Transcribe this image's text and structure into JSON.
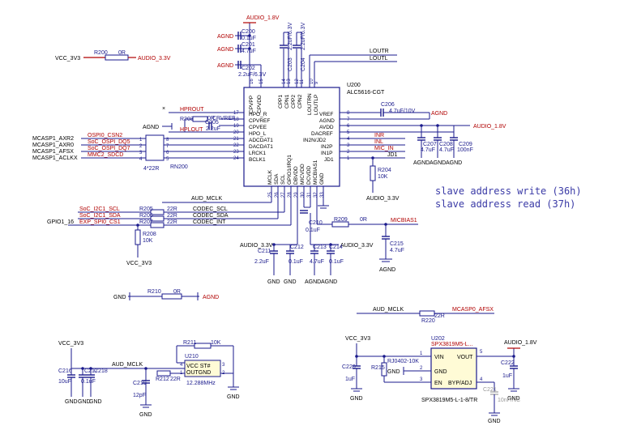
{
  "ic_main": {
    "ref": "U200",
    "part": "ALC5616-CGT",
    "top_pins": [
      "CPVPP",
      "CPVDD",
      "CPP1",
      "CPN1",
      "CPP2",
      "CPN2",
      "LOUTRN",
      "LOUTLP"
    ],
    "top_pin_numbers": [
      "16",
      "15",
      "14",
      "13",
      "12",
      "11",
      "10",
      "9"
    ],
    "left_pins": [
      "HPO_R",
      "CPVREF",
      "CPVEE",
      "HPO_L",
      "ADCDAT1",
      "DACDAT1",
      "LRCK1",
      "BCLK1"
    ],
    "left_pin_numbers": [
      "17",
      "18",
      "19",
      "20",
      "21",
      "22",
      "23",
      "24"
    ],
    "right_pins": [
      "VREF",
      "AGND",
      "AVDD",
      "DACREF",
      "IN2N/JD2",
      "IN2P",
      "IN1P",
      "JD1"
    ],
    "right_pin_numbers": [
      "8",
      "7",
      "6",
      "5",
      "4",
      "3",
      "2",
      "1"
    ],
    "bottom_pins": [
      "MCLK",
      "SDA",
      "SCL",
      "GPIO1/IRQ1",
      "DBVDD",
      "MICVDD",
      "DCVDD",
      "MICBIAS1",
      "GND"
    ],
    "bottom_pin_numbers": [
      "25",
      "26",
      "27",
      "28",
      "29",
      "30",
      "31",
      "32",
      "33"
    ]
  },
  "nets": {
    "audio_1v8": "AUDIO_1.8V",
    "audio_3v3": "AUDIO_3.3V",
    "agnd": "AGND",
    "gnd": "GND",
    "vcc_3v3_top": "VCC_3V3",
    "vcc_3v3": "VCC_3V3",
    "lout_r": "LOUTR",
    "lout_l": "LOUTL",
    "hp_rout": "HPROUT",
    "hp_lout": "HPLOUT",
    "inr": "INR",
    "inl": "INL",
    "mic_in": "MIC_IN",
    "jd1": "JD1",
    "aud_mclk": "AUD_MCLK",
    "codec_scl": "CODEC_SCL",
    "codec_sda": "CODEC_SDA",
    "codec_int": "CODEC_INT",
    "micbias1": "MICBIAS1",
    "mcasp0_afsx": "MCASP0_AFSX",
    "gpio1_16": "GPIO1_16"
  },
  "left_connector": {
    "signals": [
      "MCASP1_AXR2",
      "MCASP1_AXR0",
      "MCASP1_AFSX",
      "MCASP1_ACLKX"
    ],
    "socs": [
      "OSPI0_CSN2",
      "SoC_OSPI_DQ5",
      "SoC_OSPI_DQ7",
      "MMC2_SDCD"
    ],
    "pins_left": [
      "1",
      "2",
      "3",
      "4"
    ],
    "pins_right": [
      "8",
      "7",
      "6",
      "5"
    ],
    "ref": "RN200",
    "value": "4*22R"
  },
  "i2c": {
    "soc_labels": [
      "SoC_I2C1_SCL",
      "SoC_I2C1_SDA",
      "EXP_SPI0_CS1"
    ],
    "refs": [
      "R205",
      "R206",
      "R207"
    ],
    "values": [
      "22R",
      "22R",
      "22R"
    ],
    "r208": "R208",
    "r208_value": "10K",
    "vcc": "VCC_3V3"
  },
  "caps_top": {
    "c200": "C200",
    "c200_v": "0.1uF",
    "c201": "C201",
    "c201_v": "4.7uF",
    "c202": "C202",
    "c202_v": "2.2uF/6.3V",
    "c203": "C203",
    "c203_v": "2.2uF/6.3V",
    "c204": "C204",
    "c204_v": "2.2uF/6.3V"
  },
  "r200": {
    "ref": "R200",
    "value": "0R"
  },
  "hp_section": {
    "r203": "R203",
    "r203_v": "0R",
    "c205": "C205",
    "c205_v": "2.2uF",
    "cpvref": "CPVREF"
  },
  "right_section": {
    "c206": "C206",
    "c206_v": "4.7uF/10V",
    "r204": "R204",
    "r204_v": "10K",
    "c207": "C207",
    "c207_v": "4.7uF",
    "c208": "C208",
    "c208_v": "4.7uF",
    "c209": "C209",
    "c209_v": "100nF",
    "gnd_labels": [
      "AGND",
      "AGND",
      "AGND"
    ]
  },
  "bottom_caps": {
    "c211": "C211",
    "c211_v": "2.2uF",
    "c212": "C212",
    "c212_v": "0.1uF",
    "c213": "C213",
    "c213_v": "4.7uF",
    "c214": "C214",
    "c214_v": "0.1uF",
    "c210": "C210",
    "c210_v": "0.1uF",
    "c215": "C215",
    "c215_v": "4.7uF",
    "r209": "R209",
    "r209_v": "0R",
    "gnd_labels": [
      "GND",
      "GND",
      "AGND",
      "AGND"
    ]
  },
  "notes": {
    "slave_write": "slave address write (36h)",
    "slave_read": "slave address read (37h)"
  },
  "gnd_tie": {
    "ref": "R210",
    "value": "0R"
  },
  "mclk_link": {
    "ref": "R220",
    "value": "22R"
  },
  "oscillator": {
    "ref": "U210",
    "label": "VCC ST#",
    "label2": "OUTGND",
    "freq": "12.288MHz",
    "pins": [
      "4",
      "1",
      "3",
      "2"
    ],
    "r211": "R211",
    "r211_v": "10K",
    "r212": "R212",
    "r212_v": "22R",
    "c216": "C216",
    "c216_v": "10uF",
    "c217": "C217",
    "c217_v": "0.1uF",
    "c218": "C218",
    "c219": "C219",
    "c219_v": "12pF",
    "gnd_labels": [
      "GND",
      "GND",
      "GND"
    ]
  },
  "ldo": {
    "ref": "U202",
    "part": "SPX3819M5-L-1-8/TR",
    "header": "SPX3819M5-L...",
    "pins": [
      "VIN",
      "GND",
      "EN",
      "VOUT",
      "BYP/ADJ"
    ],
    "pin_numbers": [
      "1",
      "2",
      "3",
      "5",
      "4"
    ],
    "c220": "C220",
    "c220_v": "1uF",
    "r215": "R215",
    "r215_v": "RJ0402-10K",
    "c221": "C221",
    "c221_v": "10nF/NC",
    "c222": "C222",
    "c222_v": "1uF"
  }
}
